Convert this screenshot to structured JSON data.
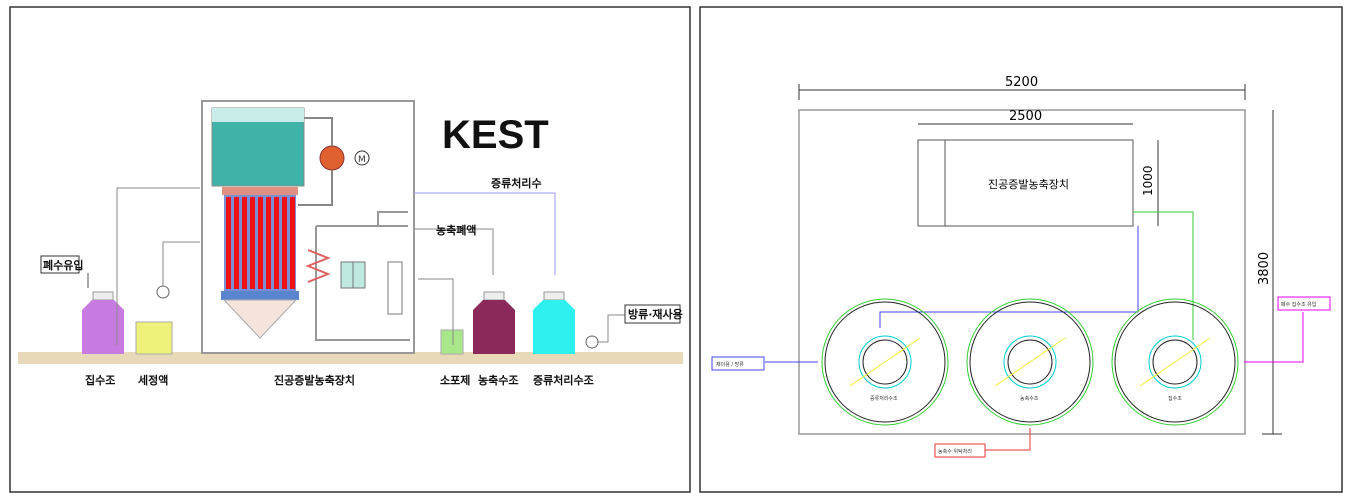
{
  "left_panel": {
    "logo": "KEST",
    "labels": {
      "inflow": "폐수유입",
      "distilled_water": "증류처리수",
      "concentrate_waste": "농축폐액",
      "discharge_reuse": "방류·재사용",
      "collection_tank": "집수조",
      "cleaning_solution": "세정액",
      "evaporator": "진공증발농축장치",
      "antifoam": "소포제",
      "concentrate_tank": "농축수조",
      "distilled_tank": "증류처리수조"
    },
    "colors": {
      "collection": "#c77be0",
      "cleaning": "#eef27a",
      "antifoam": "#a8e88a",
      "concentrate": "#8b2a5a",
      "distilled": "#2ef0ee",
      "ground": "#e8d9b8"
    }
  },
  "right_panel": {
    "dimensions": {
      "overall_width": "5200",
      "unit_width": "2500",
      "unit_depth": "1000",
      "overall_depth": "3800"
    },
    "unit_label": "진공증발농축장치",
    "tanks": [
      "증류처리수조",
      "농축수조",
      "집수조"
    ],
    "callouts": {
      "reuse": "재이용 / 방류",
      "concentrate_out": "농축수 위탁처리",
      "inflow": "폐수 집수조 유입"
    }
  }
}
